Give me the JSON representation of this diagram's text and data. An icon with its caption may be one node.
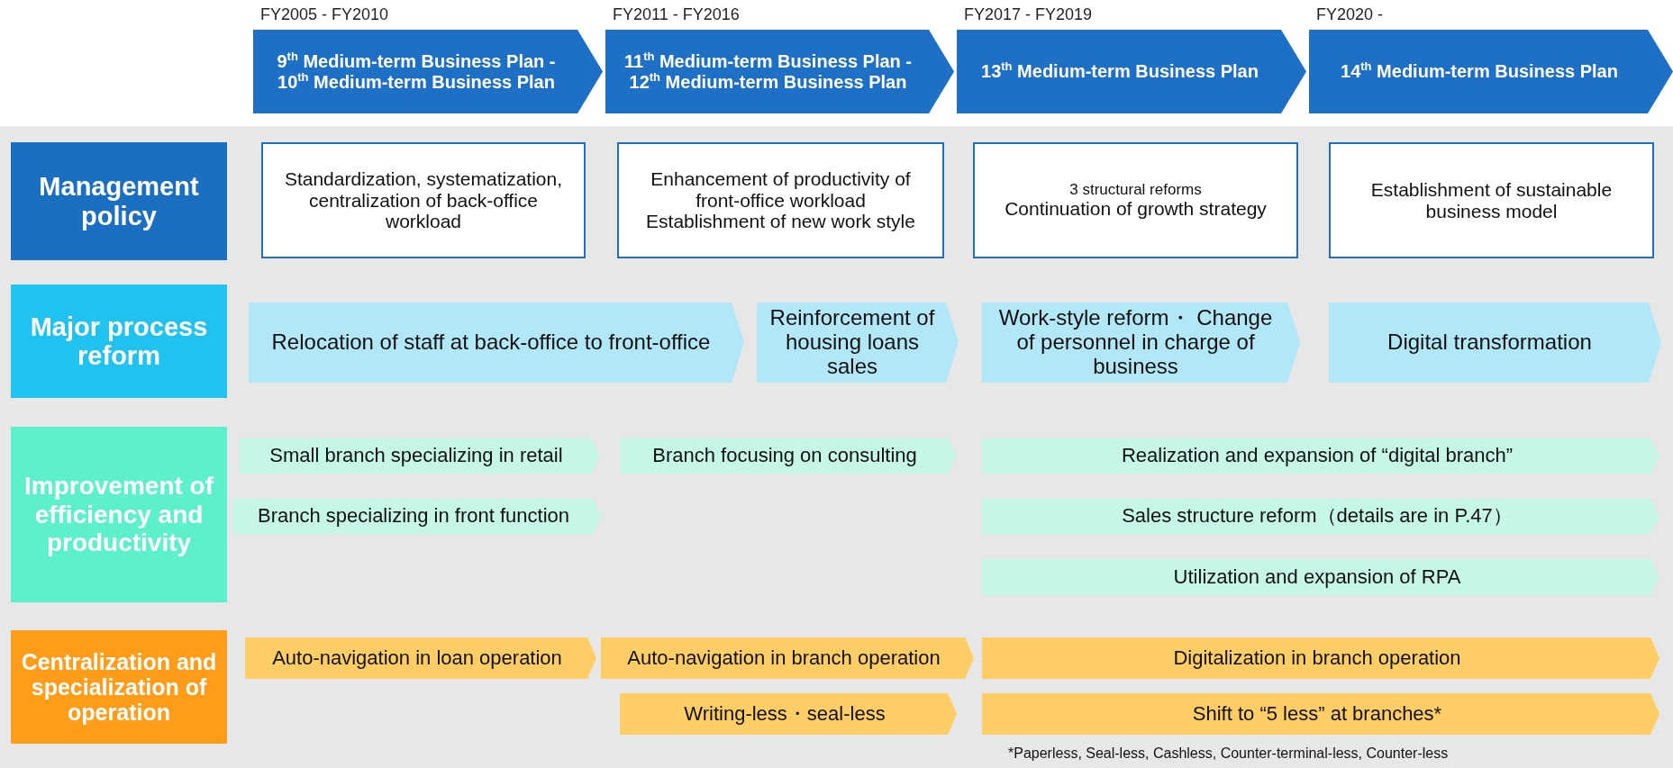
{
  "diagram": {
    "nodes": [
      {
        "text": [
          "9$^{th}$ Medium-term Business Plan - 10$^{th}$ Medium-term Business Plan"
        ],
        "beside": [
          "FY2005 - FY2010"
        ]
      },
      {
        "text": [
          "11$^{th}$ Medium-term Business Plan - 12$^{th}$ Medium-term Business Plan"
        ],
        "beside": [
          "FY2011 - FY2016"
        ]
      },
      {
        "text": [
          "13$^{th}$ Medium-term Business Plan"
        ],
        "beside": [
          "FY2017 - FY2019"
        ]
      },
      {
        "text": [
          "14$^{th}$ Medium-term Business Plan"
        ],
        "beside": [
          "FY2020 -"
        ]
      },
      {
        "text": [
          "Management policy"
        ]
      },
      {
        "text": [
          "Standardization, systematization, centralization of back-office workload"
        ]
      },
      {
        "text": [
          "Enhancement of productivity of front-office workload",
          "Establishment of new work style"
        ]
      },
      {
        "text": [
          "3 structural reforms",
          "Continuation of growth strategy"
        ]
      },
      {
        "text": [
          "Establishment of sustainable business model"
        ]
      },
      {
        "text": [
          "Major process reform"
        ]
      },
      {
        "text": [
          "Relocation of staff at back-office to front-office"
        ]
      },
      {
        "text": [
          "Reinforcement of housing loans sales"
        ]
      },
      {
        "text": [
          "Work-style reform・ Change of personnel in charge of business"
        ]
      },
      {
        "text": [
          "Digital transformation"
        ]
      },
      {
        "text": [
          "Improvement of efficiency and productivity"
        ]
      },
      {
        "text": [
          "Small branch specializing in retail"
        ]
      },
      {
        "text": [
          "Branch focusing on consulting"
        ]
      },
      {
        "text": [
          "Realization and expansion of “digital branch”"
        ]
      },
      {
        "text": [
          "Branch specializing in front function"
        ]
      },
      {
        "text": [
          "Sales structure reform（details are in P.47）"
        ]
      },
      {
        "text": [
          "Utilization and expansion of RPA"
        ]
      },
      {
        "text": [
          "Centralization and specialization of operation"
        ]
      },
      {
        "text": [
          "Auto-navigation in loan operation"
        ]
      },
      {
        "text": [
          "Auto-navigation in branch operation"
        ]
      },
      {
        "text": [
          "Digitalization in branch operation"
        ]
      },
      {
        "text": [
          "Writing-less・seal-less"
        ]
      },
      {
        "text": [
          "Shift to “5 less” at branches*"
        ],
        "beside": [
          "*Paperless, Seal-less, Cashless, Counter-terminal-less, Counter-less"
        ]
      }
    ]
  }
}
